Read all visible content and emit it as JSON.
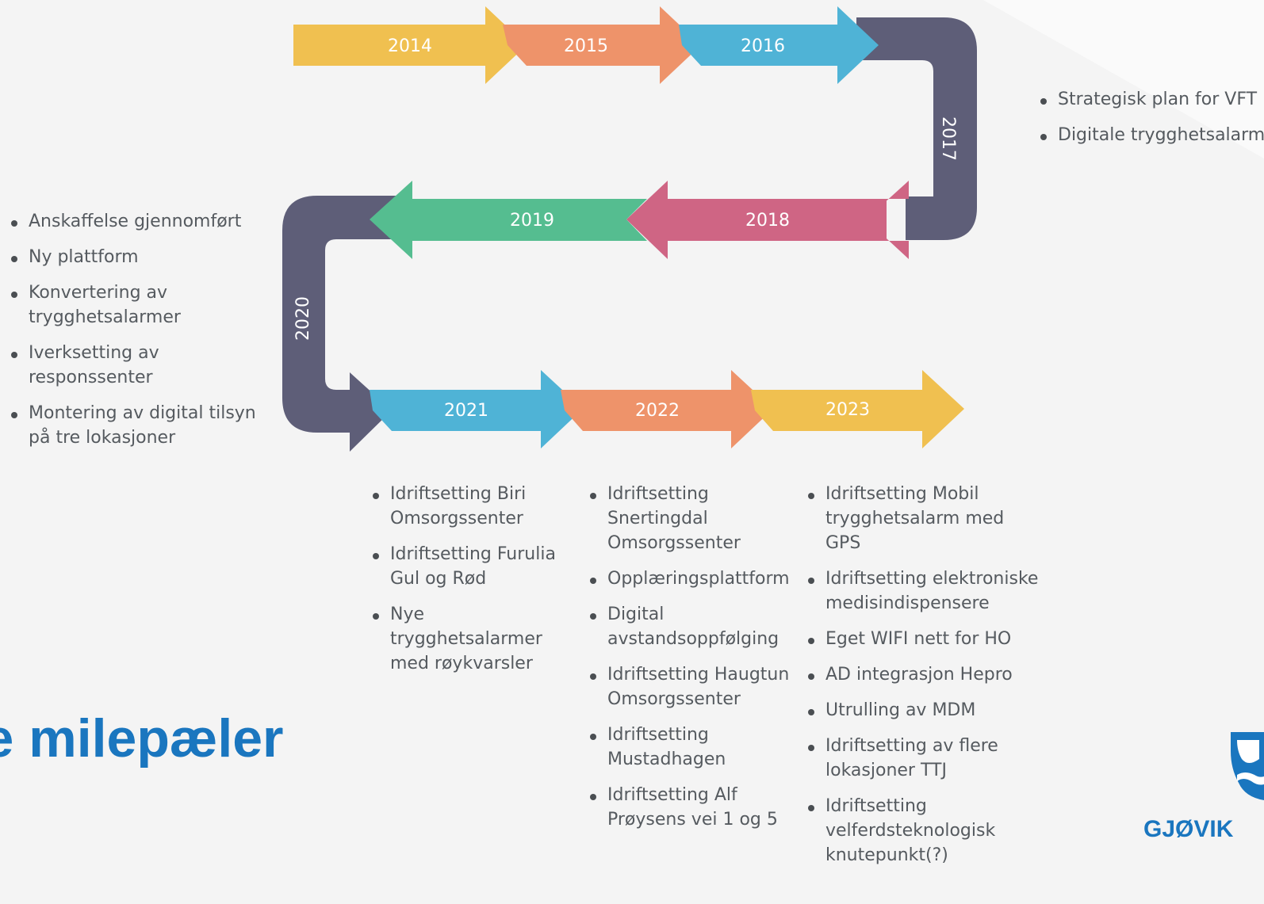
{
  "title": "ge milepæler",
  "logo_text": "GJØVIK",
  "colors": {
    "yellow": "#f0c050",
    "orange": "#ee936a",
    "blue": "#4fb3d6",
    "dark": "#5e5e78",
    "pink": "#cf6584",
    "green": "#55bd90",
    "title_blue": "#1a76bf"
  },
  "roadmap": {
    "years": [
      "2014",
      "2015",
      "2016",
      "2017",
      "2018",
      "2019",
      "2020",
      "2021",
      "2022",
      "2023"
    ]
  },
  "milestones": {
    "y2017": [
      "Strategisk plan for VFT",
      "Digitale trygghetsalarmer"
    ],
    "y2020": [
      "Anskaffelse gjennomført",
      "Ny plattform",
      "Konvertering av trygghetsalarmer",
      "Iverksetting av responssenter",
      "Montering av digital tilsyn på tre lokasjoner"
    ],
    "y2021": [
      "Idriftsetting  Biri Omsorgssenter",
      "Idriftsetting Furulia Gul og Rød",
      "Nye trygghetsalarmer med røykvarsler"
    ],
    "y2022": [
      "Idriftsetting Snertingdal Omsorgssenter",
      "Opplæringsplattform",
      "Digital avstandsoppfølging",
      "Idriftsetting Haugtun Omsorgssenter",
      "Idriftsetting Mustadhagen",
      "Idriftsetting Alf Prøysens vei 1 og 5"
    ],
    "y2023": [
      "Idriftsetting Mobil trygghetsalarm med GPS",
      "Idriftsetting elektroniske medisindispensere",
      "Eget WIFI nett for HO",
      "AD integrasjon Hepro",
      "Utrulling av MDM",
      "Idriftsetting av flere lokasjoner TTJ",
      "Idriftsetting velferdsteknologisk knutepunkt(?)"
    ]
  }
}
